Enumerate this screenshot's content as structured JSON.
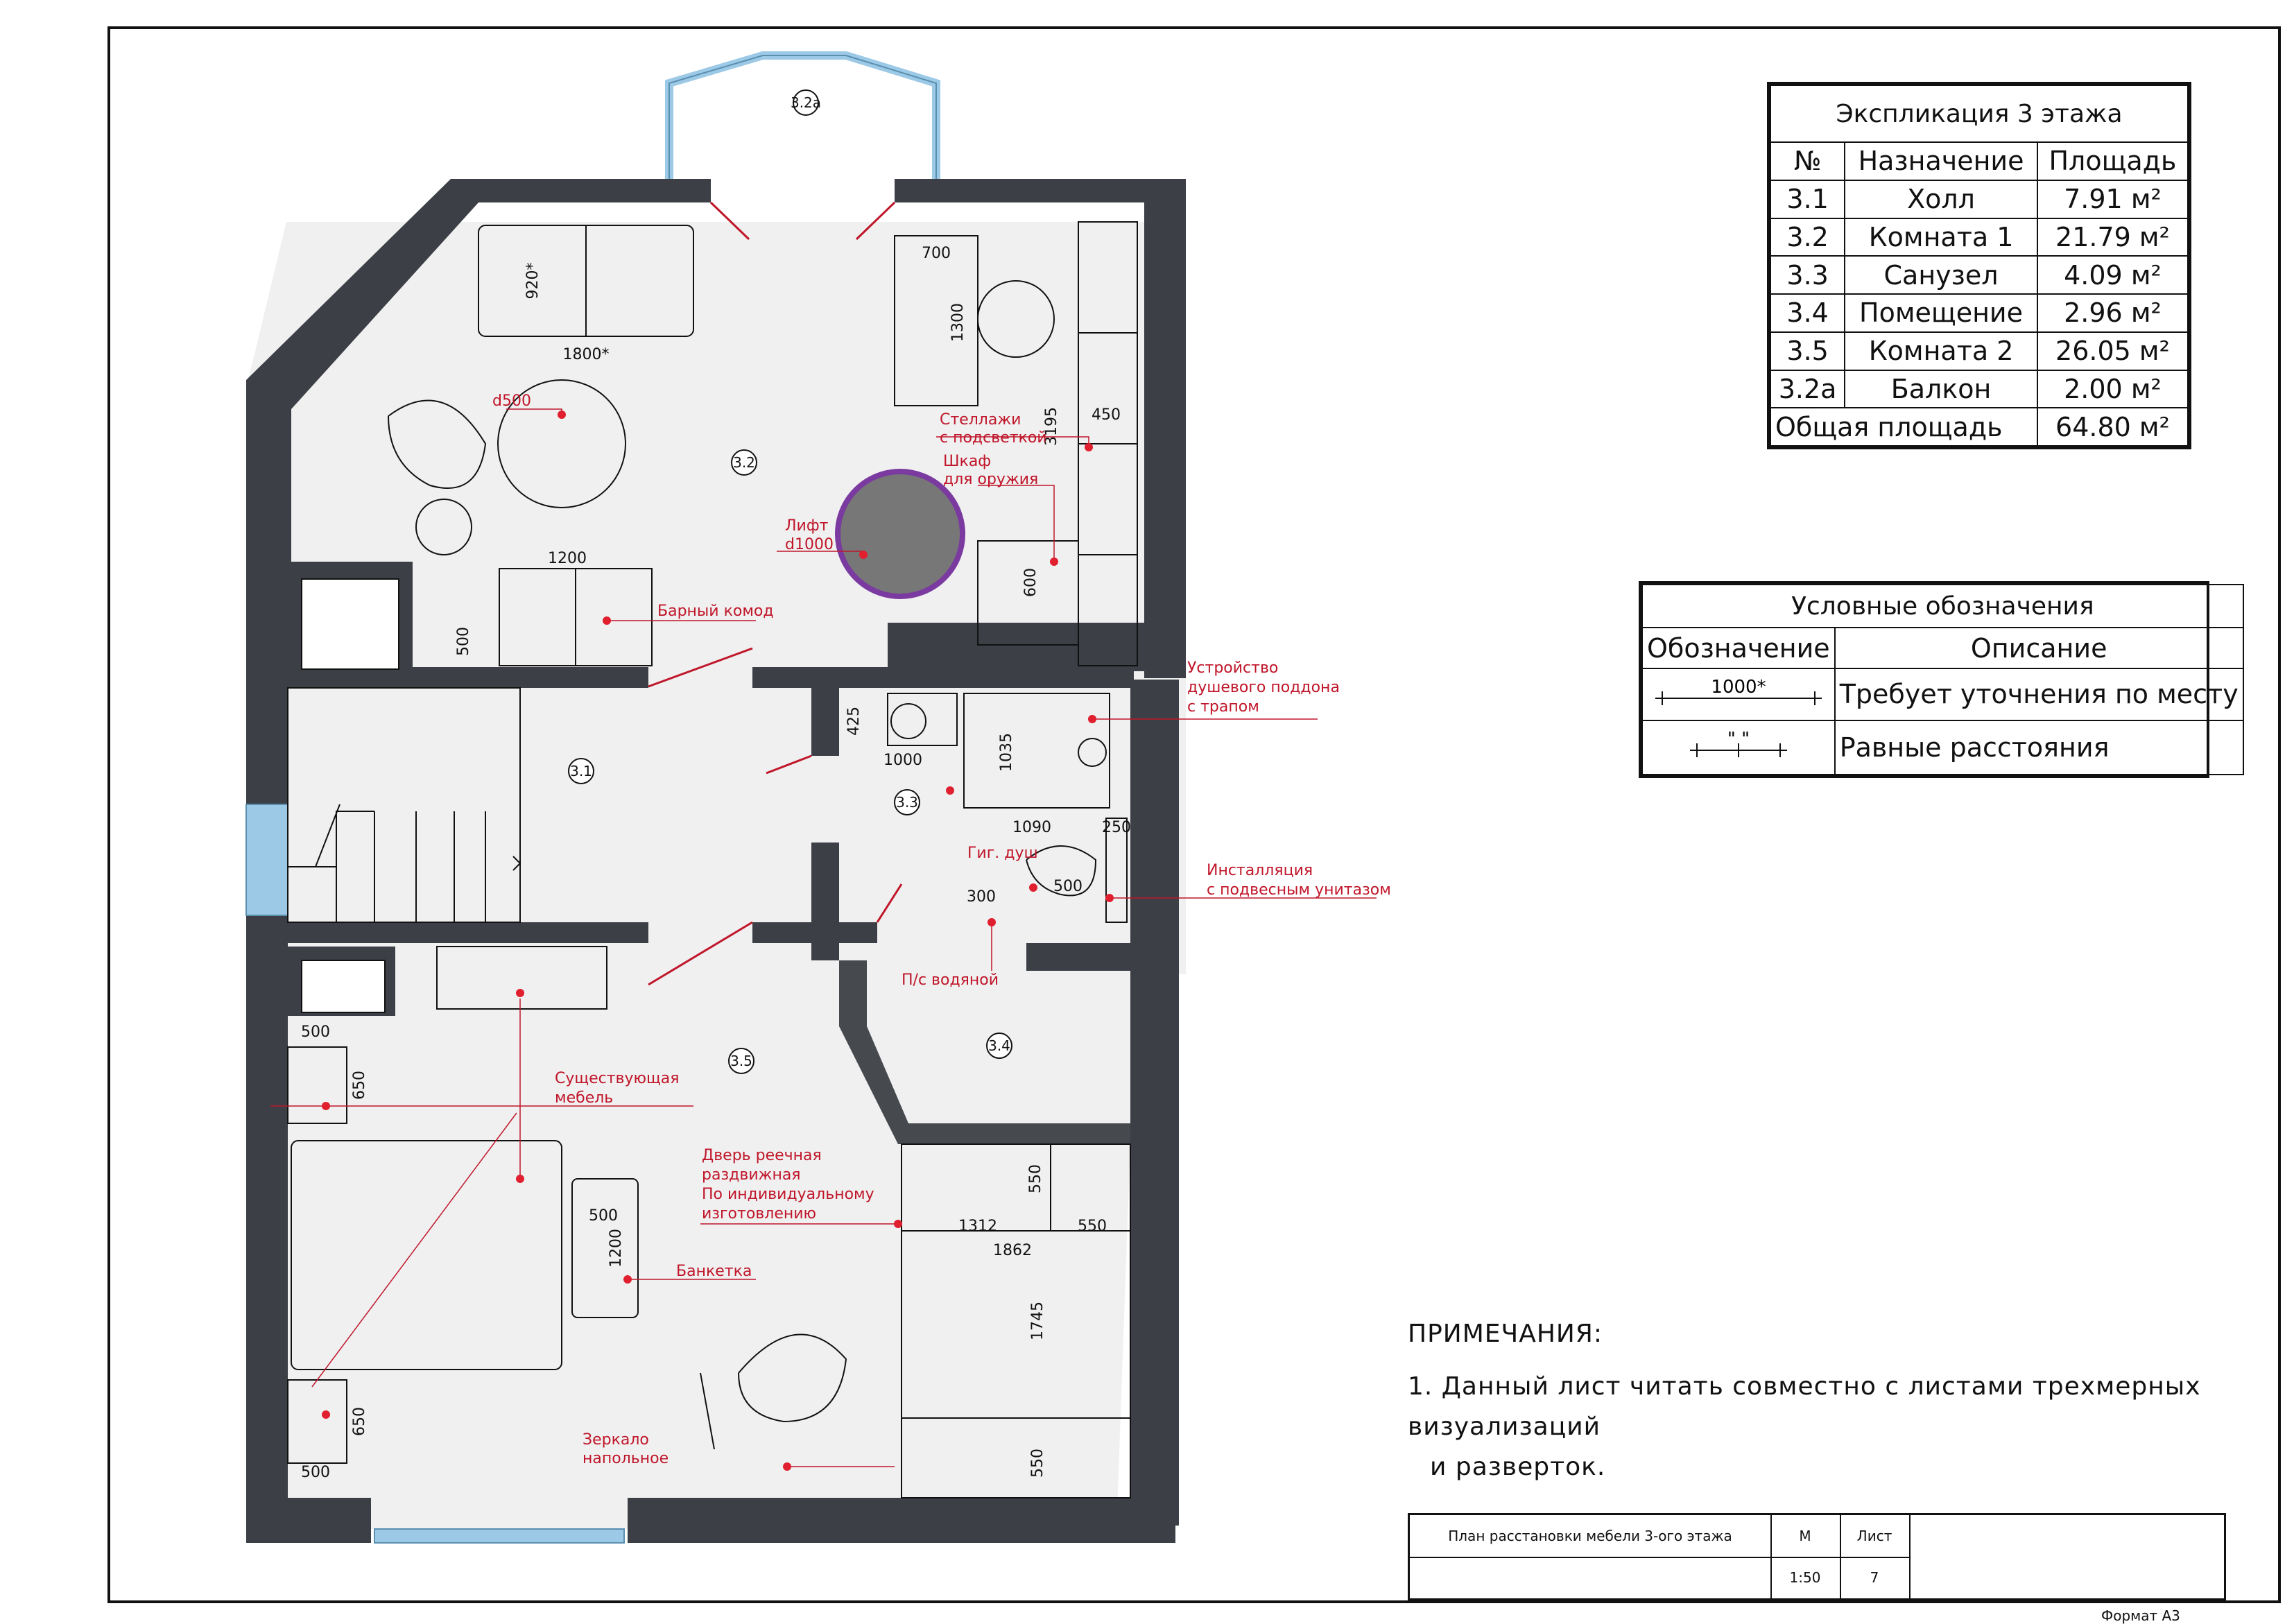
{
  "rooms": [
    {
      "id": "r32a",
      "label": "3.2a"
    },
    {
      "id": "r32",
      "label": "3.2"
    },
    {
      "id": "r31",
      "label": "3.1"
    },
    {
      "id": "r33",
      "label": "3.3"
    },
    {
      "id": "r34",
      "label": "3.4"
    },
    {
      "id": "r35",
      "label": "3.5"
    }
  ],
  "dims": {
    "sofa_w": "1800*",
    "sofa_d": "920*",
    "dresser_w": "1200",
    "dresser_d": "500",
    "wash_w": "700",
    "wash_d": "1300",
    "shelf_len": "3195",
    "shelf_d": "450",
    "wardrobe_d": "600",
    "sink_w": "1000",
    "sink_d": "425",
    "shower_l": "1035",
    "shower_w": "1090",
    "ledge": "250",
    "wc_d": "500",
    "wc_off": "300",
    "night_w1": "500",
    "night_d1": "650",
    "night_w2": "500",
    "night_d2": "650",
    "bench_w": "500",
    "bench_l": "1200",
    "closet_d1": "550",
    "closet_a": "1312",
    "closet_b": "550",
    "closet_c": "1862",
    "closet_h": "1745",
    "closet_d2": "550"
  },
  "annotations": {
    "table_d": "d500",
    "shelves": [
      "Стеллажи",
      "с подсветкой"
    ],
    "gun_cabinet": [
      "Шкаф",
      "для оружия"
    ],
    "lift": [
      "Лифт",
      "d1000"
    ],
    "bar": "Барный комод",
    "shower_tray": [
      "Устройство",
      "душевого поддона",
      "с трапом"
    ],
    "hyg_shower": "Гиг. душ",
    "install": [
      "Инсталляция",
      "с подвесным унитазом"
    ],
    "water_riser": "П/с водяной",
    "existing": [
      "Существующая",
      "мебель"
    ],
    "slide_door": [
      "Дверь реечная",
      "раздвижная",
      "По индивидуальному",
      "изготовлению"
    ],
    "bench": "Банкетка",
    "mirror": [
      "Зеркало",
      "напольное"
    ]
  },
  "explication": {
    "title": "Экспликация 3 этажа",
    "headers": [
      "№",
      "Назначение",
      "Площадь"
    ],
    "rows": [
      [
        "3.1",
        "Холл",
        "7.91 м²"
      ],
      [
        "3.2",
        "Комната 1",
        "21.79 м²"
      ],
      [
        "3.3",
        "Санузел",
        "4.09 м²"
      ],
      [
        "3.4",
        "Помещение",
        "2.96 м²"
      ],
      [
        "3.5",
        "Комната 2",
        "26.05 м²"
      ],
      [
        "3.2а",
        "Балкон",
        "2.00 м²"
      ]
    ],
    "total_label": "Общая площадь",
    "total_value": "64.80 м²"
  },
  "legend": {
    "title": "Условные обозначения",
    "headers": [
      "Обозначение",
      "Описание"
    ],
    "rows": [
      {
        "symbol": "1000*",
        "text": "Требует уточнения по месту"
      },
      {
        "symbol": "\"  \"",
        "text": "Равные расстояния"
      }
    ]
  },
  "notes": {
    "title": "ПРИМЕЧАНИЯ:",
    "line1": "1. Данный лист читать совместно с листами трехмерных визуализаций",
    "line2": "и разверток."
  },
  "stamp": {
    "title": "План расстановки мебели 3-ого этажа",
    "m_label": "М",
    "sheet_label": "Лист",
    "scale": "1:50",
    "sheet_no": "7"
  },
  "format": "Формат А3",
  "colors": {
    "wall": "#3c3f45",
    "accent": "#c0162a",
    "glass": "#9cc9e6",
    "floor": "#f0f0f0",
    "lift": "#7a3aa0"
  }
}
